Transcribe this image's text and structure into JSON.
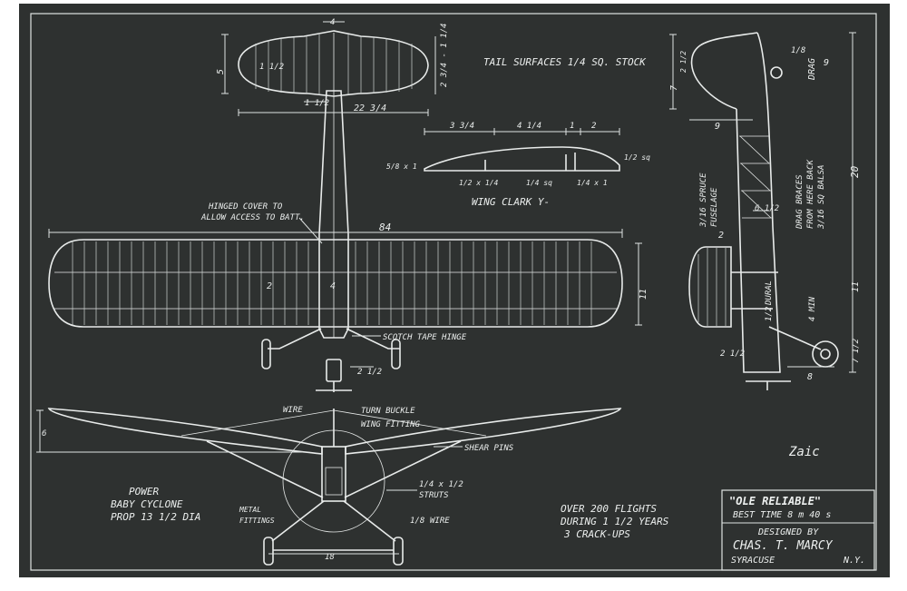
{
  "colors": {
    "board": "#2e3130",
    "board_edge": "#262928",
    "line": "#e8ebea",
    "frame": "#ffffff"
  },
  "labels": {
    "tail_surfaces": "TAIL SURFACES 1/4 SQ. STOCK",
    "wing_clark_y": "WING CLARK Y-",
    "hinged_cover_1": "HINGED COVER TO",
    "hinged_cover_2": "ALLOW ACCESS TO BATT.",
    "scotch_tape_hinge": "SCOTCH TAPE HINGE",
    "spruce_fuselage_1": "3/16 SPRUCE",
    "spruce_fuselage_2": "FUSELAGE",
    "drag_braces_1": "DRAG BRACES",
    "drag_braces_2": "FROM HERE BACK",
    "drag_braces_3": "3/16 SQ BALSA",
    "dural": "DURAL",
    "dural_frac": "1/2",
    "min_label": "4 MIN",
    "wire": "WIRE",
    "turn_buckle": "TURN BUCKLE",
    "wing_fitting": "WING FITTING",
    "shear_pins": "SHEAR PINS",
    "struts": "STRUTS",
    "struts_frac": "1/4 x 1/2",
    "metal_fittings_1": "METAL",
    "metal_fittings_2": "FITTINGS",
    "wire_gauge": "WIRE",
    "wire_gauge_frac": "1/8",
    "drag": "DRAG"
  },
  "power": {
    "line1": "POWER",
    "line2": "BABY CYCLONE",
    "line3": "PROP 13 1/2 DIA"
  },
  "flights": {
    "line1": "OVER 200 FLIGHTS",
    "line2": "DURING 1 1/2 YEARS",
    "line3": "3 CRACK-UPS"
  },
  "title_block": {
    "name": "\"OLE RELIABLE\"",
    "best_time": "BEST TIME 8 m 40 s",
    "designed_by": "DESIGNED BY",
    "designer": "CHAS. T. MARCY",
    "city": "SYRACUSE",
    "state": "N.Y."
  },
  "signature": "Zaic",
  "dims": {
    "tail_width": "4",
    "tail_chord": "5",
    "tail_span": "22 3/4",
    "tail_inner": "1 1/2",
    "tail_side": "2 3/4 - 1 1/4",
    "tail_mid": "1 1/2",
    "wing_span": "84",
    "wing_chord": "11",
    "wing_inner": "2",
    "fuse_width": "4",
    "gear_offset": "2 1/2",
    "airfoil_a": "3 3/4",
    "airfoil_b": "4 1/4",
    "airfoil_c": "1",
    "airfoil_d": "2",
    "airfoil_le": "5/8 x 1",
    "airfoil_spar1": "1/2 x 1/4",
    "airfoil_spar2": "1/4 sq",
    "airfoil_spar3": "1/4 x 1",
    "airfoil_te": "1/2 sq",
    "front_wheelbase": "18",
    "front_dihedral": "6",
    "side_fin_h": "7",
    "side_fin_frac": "2 1/2",
    "side_rudder": "9",
    "side_nose": "9",
    "side_len": "20",
    "side_wing": "11",
    "side_lower": "7 1/2",
    "side_gear": "8",
    "side_front": "2",
    "side_width": "6 1/2",
    "side_gear_h": "2 1/2",
    "side_hook": "1/8"
  }
}
